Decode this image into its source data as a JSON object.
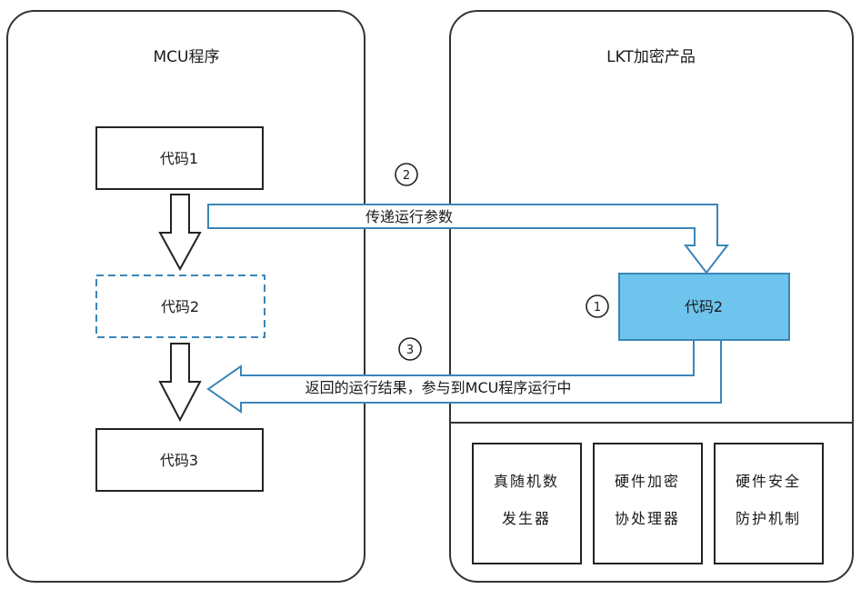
{
  "left_panel": {
    "title": "MCU程序"
  },
  "right_panel": {
    "title": "LKT加密产品"
  },
  "code_blocks": {
    "code1": "代码1",
    "code2_dashed": "代码2",
    "code3": "代码3",
    "code2_secure": "代码2"
  },
  "steps": {
    "one": "1",
    "two": "2",
    "three": "3"
  },
  "arrows": {
    "pass_params": "传递运行参数",
    "return_result": "返回的运行结果，参与到MCU程序运行中"
  },
  "security_modules": [
    {
      "line1": "真随机数",
      "line2": "发生器"
    },
    {
      "line1": "硬件加密",
      "line2": "协处理器"
    },
    {
      "line1": "硬件安全",
      "line2": "防护机制"
    }
  ],
  "colors": {
    "accent_fill": "#6ec4ec",
    "accent_stroke": "#3a86b8",
    "line": "#222222"
  }
}
